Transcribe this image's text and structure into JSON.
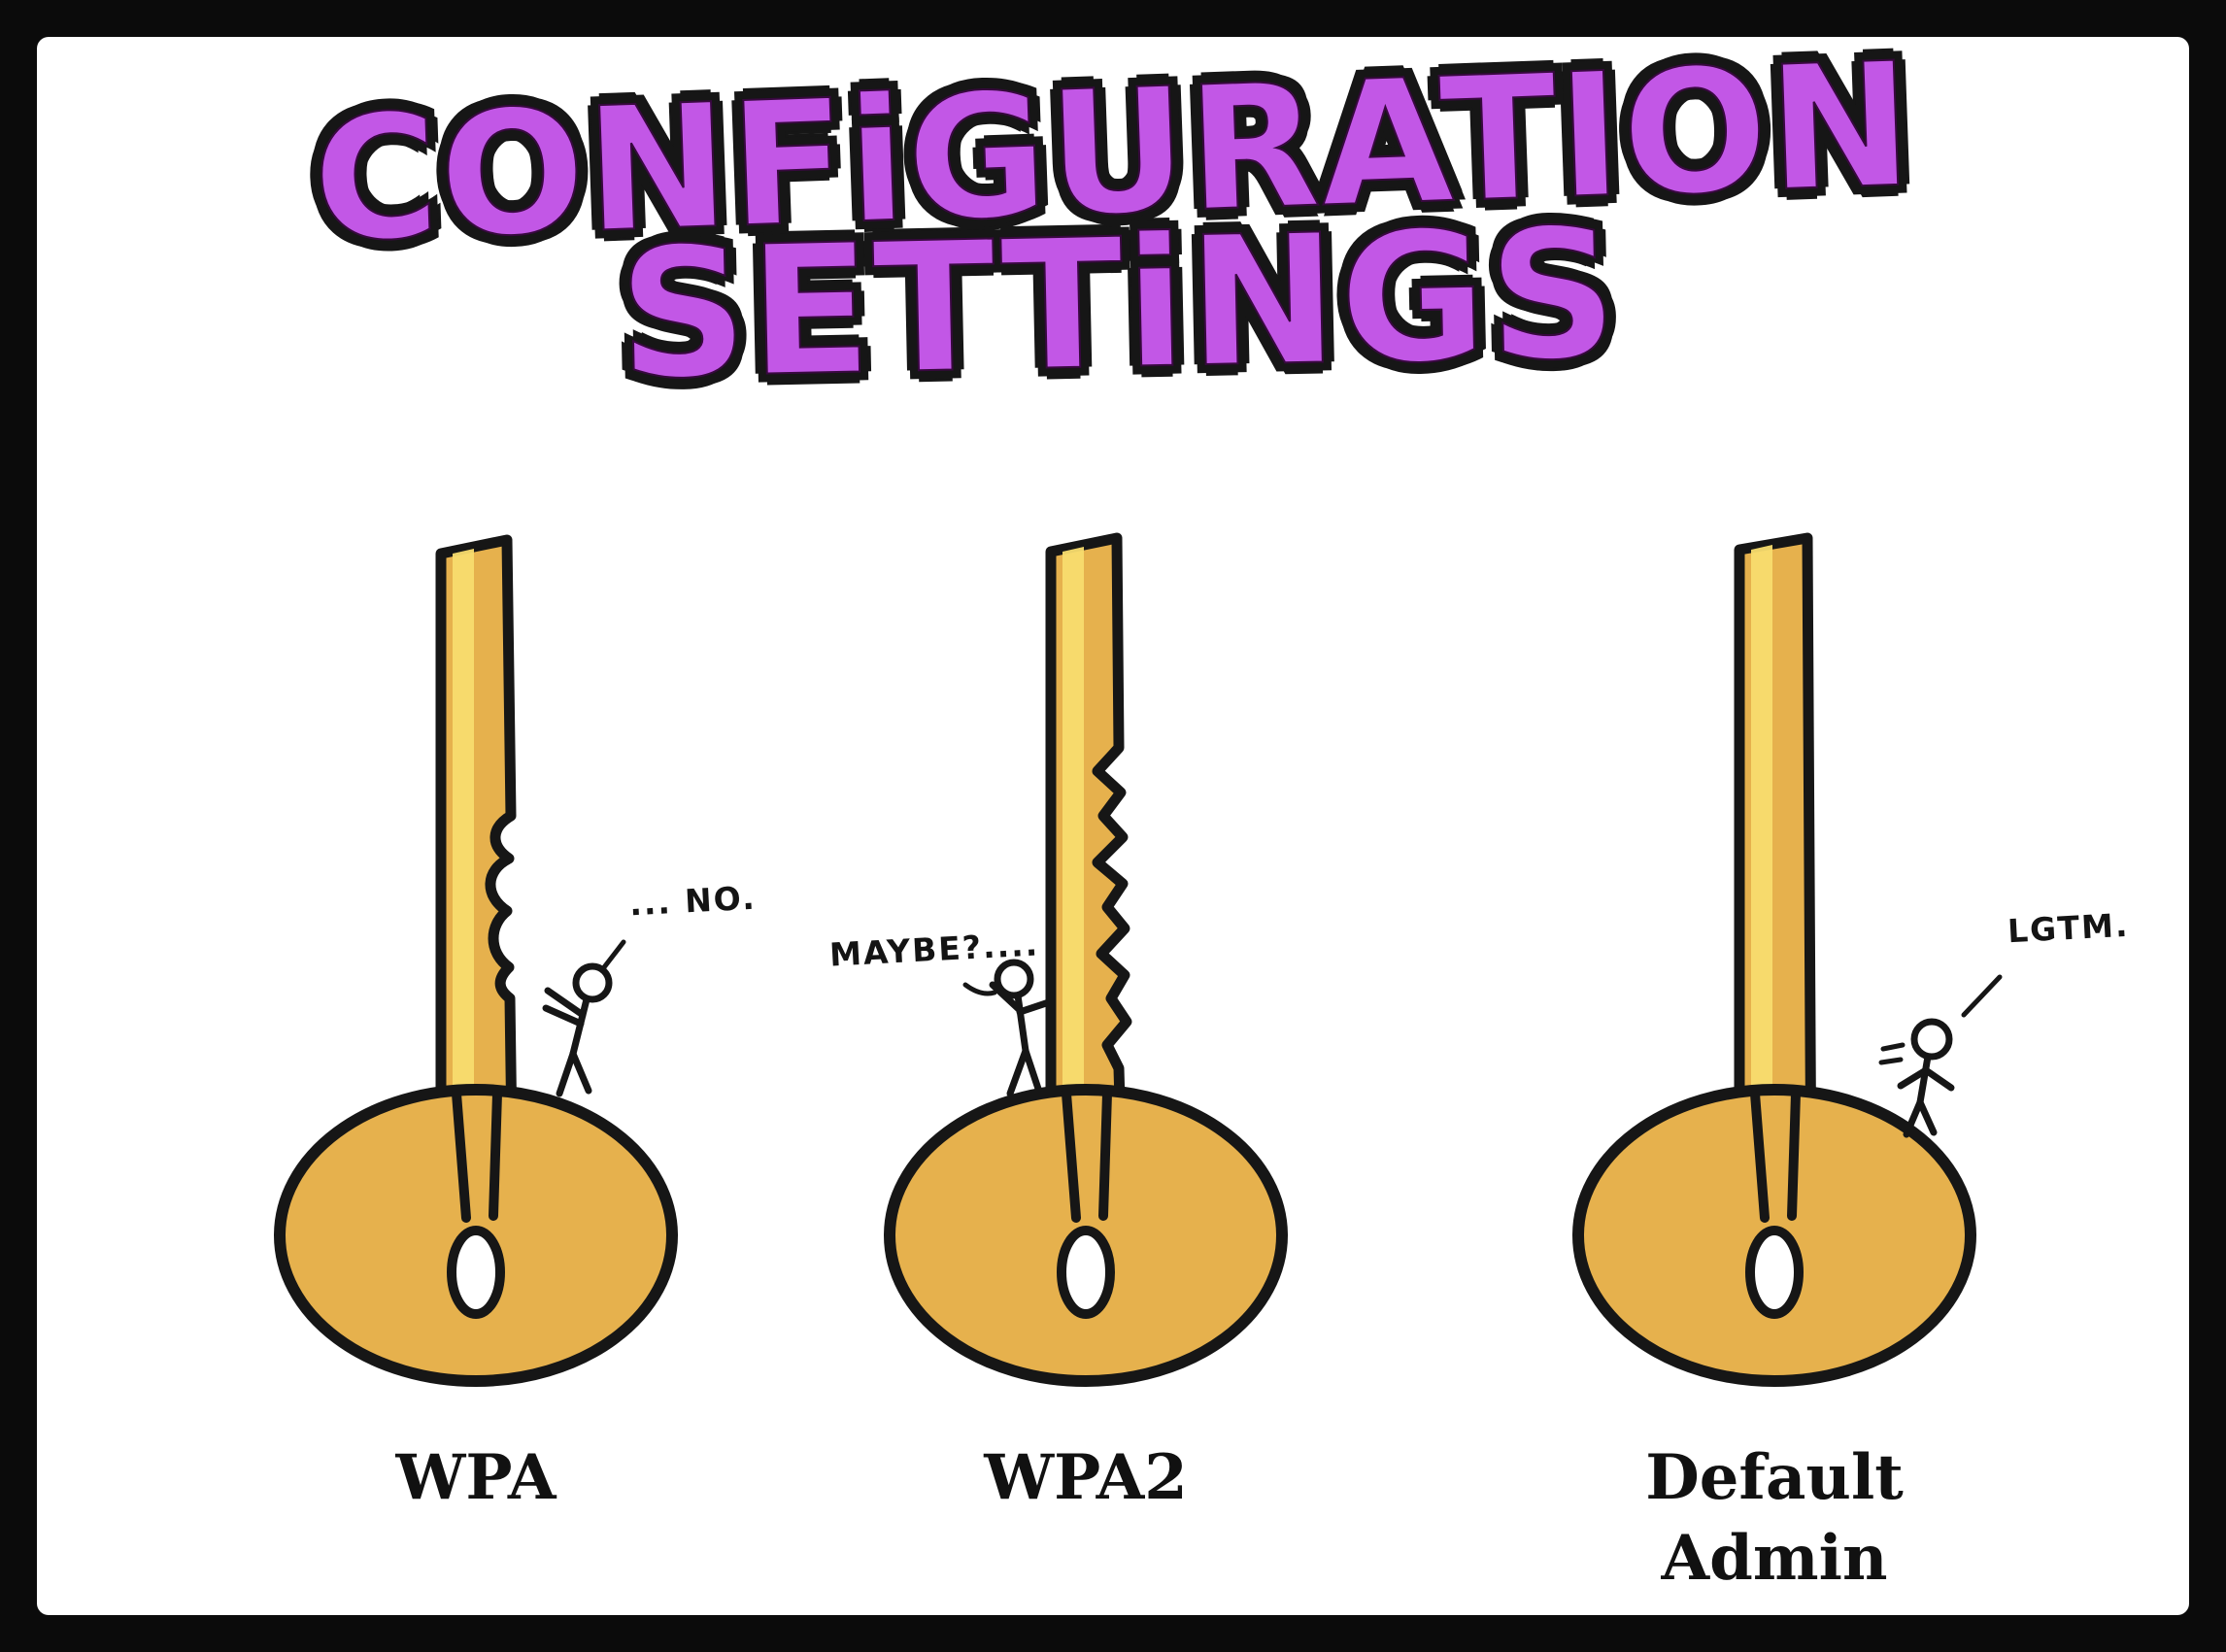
{
  "title": {
    "line1": "CONFiGURATION",
    "line2": "SETTiNGS"
  },
  "panels": [
    {
      "label": "WPA",
      "speech": "... NO."
    },
    {
      "label": "WPA2",
      "speech": "MAYBE?...."
    },
    {
      "label": "Default Admin",
      "speech": "LGTM."
    }
  ],
  "icons": [
    "key-icon-wpa",
    "key-icon-wpa2",
    "key-icon-default-admin"
  ],
  "colors": {
    "title_purple": "#c257e6",
    "key_gold": "#e6b14d",
    "key_highlight": "#f8dc6e",
    "outline": "#161616",
    "background": "#ffffff",
    "frame": "#0b0b0b"
  }
}
